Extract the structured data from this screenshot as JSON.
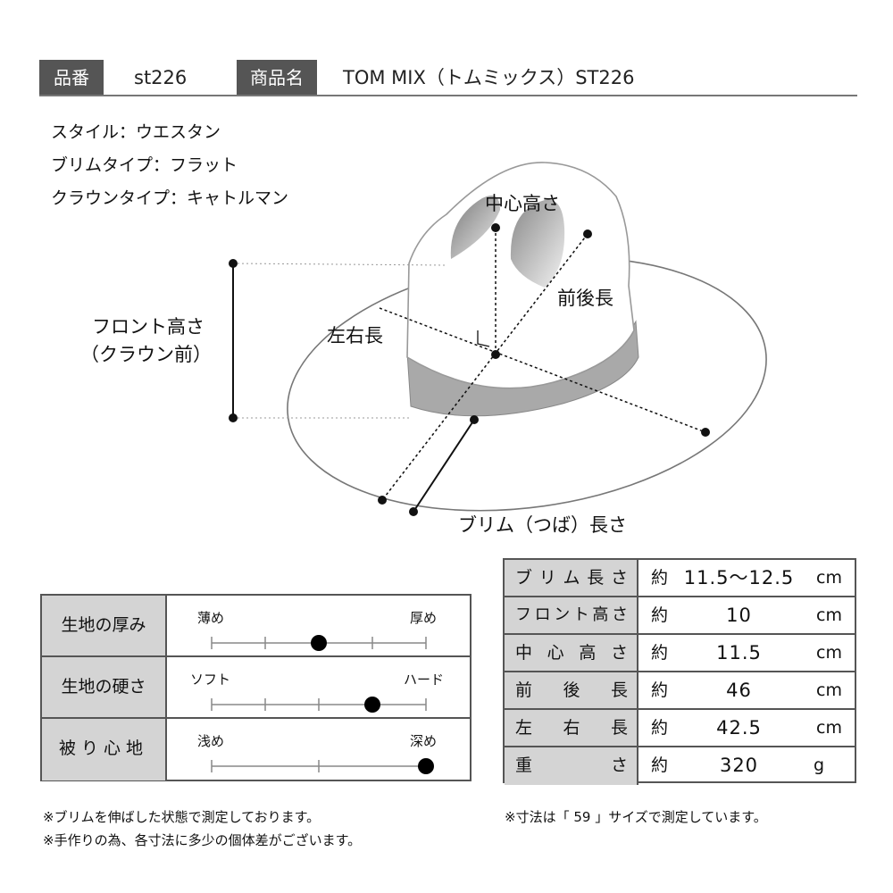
{
  "header": {
    "code_label": "品番",
    "code_value": "st226",
    "name_label": "商品名",
    "name_value": "TOM MIX（トムミックス）ST226"
  },
  "specs": [
    "スタイル：ウエスタン",
    "ブリムタイプ：フラット",
    "クラウンタイプ：キャトルマン"
  ],
  "diagram": {
    "center_height": "中心高さ",
    "front_back": "前後長",
    "left_right": "左右長",
    "front_height_line1": "フロント高さ",
    "front_height_line2": "（クラウン前）",
    "brim_length": "ブリム（つば）長さ"
  },
  "scales": [
    {
      "label": "生地の厚み",
      "left": "薄め",
      "right": "厚め",
      "ticks": 5,
      "level": 0.5
    },
    {
      "label": "生地の硬さ",
      "left": "ソフト",
      "right": "ハード",
      "ticks": 5,
      "level": 0.75
    },
    {
      "label": "被り心地",
      "left": "浅め",
      "right": "深め",
      "ticks": 3,
      "level": 1.0
    }
  ],
  "measurements": [
    {
      "label": "ブリム長さ",
      "prefix": "約",
      "value": "11.5～12.5",
      "unit": "cm"
    },
    {
      "label": "フロント高さ",
      "prefix": "約",
      "value": "10",
      "unit": "cm"
    },
    {
      "label": "中心高さ",
      "prefix": "約",
      "value": "11.5",
      "unit": "cm"
    },
    {
      "label": "前後長",
      "prefix": "約",
      "value": "46",
      "unit": "cm"
    },
    {
      "label": "左右長",
      "prefix": "約",
      "value": "42.5",
      "unit": "cm"
    },
    {
      "label": "重さ",
      "prefix": "約",
      "value": "320",
      "unit": "g"
    }
  ],
  "notes": {
    "note1": "※ブリムを伸ばした状態で測定しております。",
    "note2": "※手作りの為、各寸法に多少の個体差がございます。",
    "size_note": "※寸法は「 59 」サイズで測定しています。"
  }
}
